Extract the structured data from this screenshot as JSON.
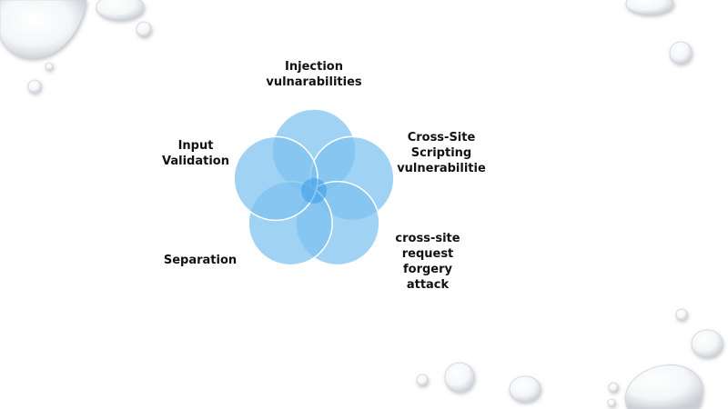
{
  "diagram": {
    "type": "venn",
    "petal_fill": "#7cc0ee",
    "petal_stroke": "#ffffff",
    "center_fill": "#3a9de6",
    "items": [
      {
        "lines": [
          "Injection",
          "vulnarabilities"
        ]
      },
      {
        "lines": [
          "Cross-Site",
          "Scripting",
          "vulnerabilitie"
        ]
      },
      {
        "lines": [
          "cross-site",
          "request",
          "forgery",
          "attack"
        ]
      },
      {
        "lines": [
          "Separation"
        ]
      },
      {
        "lines": [
          "Input",
          "Validation"
        ]
      }
    ]
  },
  "background": {
    "decoration": "water-droplets",
    "color": "#ffffff"
  }
}
